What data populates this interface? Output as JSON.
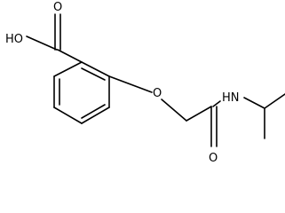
{
  "molecule": {
    "labels": {
      "hydroxyl": "HO",
      "carbonyl_oxygen_acid": "O",
      "ether_oxygen": "O",
      "amide_nitrogen": "HN",
      "carbonyl_oxygen_amide": "O"
    },
    "colors": {
      "bond": "#000000",
      "label": "#000000",
      "background": "#ffffff"
    }
  }
}
